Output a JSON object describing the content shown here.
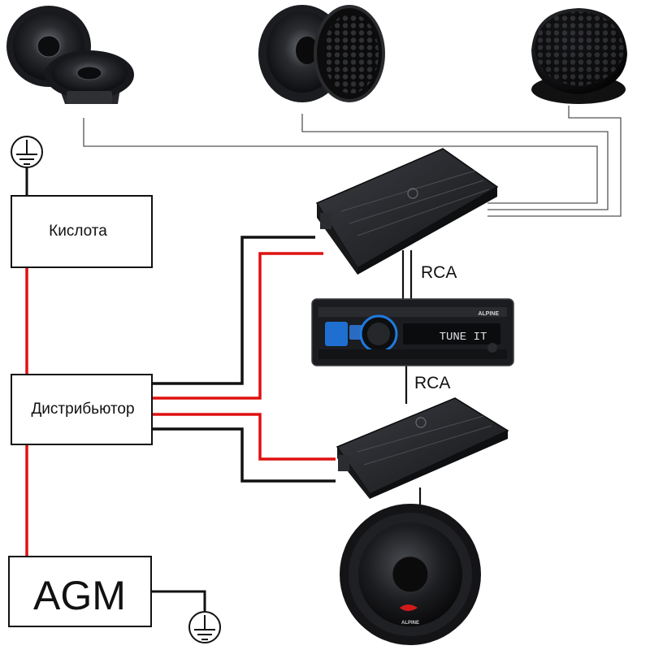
{
  "boxes": {
    "acid": "Кислота",
    "distributor": "Дистрибьютор",
    "agm": "AGM"
  },
  "connections": {
    "rca_top": "RCA",
    "rca_bottom": "RCA"
  },
  "head_unit": {
    "brand": "ALPINE",
    "display": "TUNE IT"
  },
  "subwoofer": {
    "brand": "ALPINE"
  },
  "colors": {
    "power_wire": "#e01010",
    "ground_wire": "#111111",
    "signal_wire": "#555555",
    "box_border": "#111111"
  },
  "icons": [
    "woofer-speaker-icon",
    "midrange-speaker-icon",
    "tweeter-icon",
    "amplifier-icon",
    "head-unit-icon",
    "subwoofer-icon",
    "ground-symbol-icon"
  ]
}
